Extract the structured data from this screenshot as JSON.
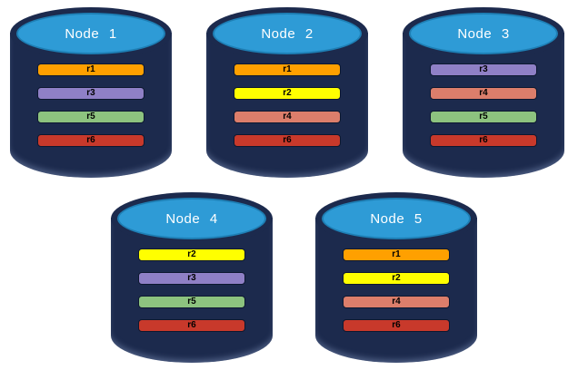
{
  "diagram": {
    "background": "#FFFFFF",
    "colors": {
      "cylinder_body": "#1C2A4D",
      "cylinder_top": "#2E9BD6",
      "cylinder_top_edge": "#1E7FB5",
      "title_text": "#FFFFFF",
      "bar_text": "#000000",
      "bar_border": "#0D1830"
    },
    "replica_colors": {
      "r1": "#FFA000",
      "r2": "#FFFF00",
      "r3": "#8F80C6",
      "r4": "#DC7E6B",
      "r5": "#8DC37F",
      "r6": "#C8392B"
    },
    "nodes": [
      {
        "label": "Node 1",
        "replicas": [
          "r1",
          "r3",
          "r5",
          "r6"
        ]
      },
      {
        "label": "Node 2",
        "replicas": [
          "r1",
          "r2",
          "r4",
          "r6"
        ]
      },
      {
        "label": "Node 3",
        "replicas": [
          "r3",
          "r4",
          "r5",
          "r6"
        ]
      },
      {
        "label": "Node 4",
        "replicas": [
          "r2",
          "r3",
          "r5",
          "r6"
        ]
      },
      {
        "label": "Node 5",
        "replicas": [
          "r1",
          "r2",
          "r4",
          "r6"
        ]
      }
    ]
  }
}
